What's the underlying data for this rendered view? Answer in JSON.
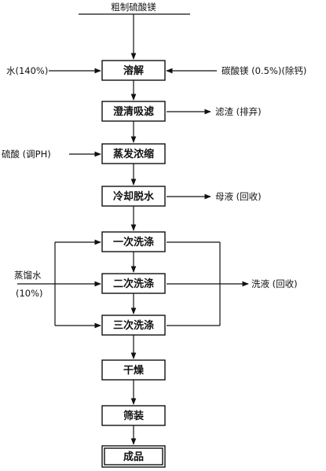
{
  "diagram": {
    "input_top": "粗制硫酸镁",
    "steps": [
      "溶解",
      "澄清吸滤",
      "蒸发浓缩",
      "冷却脱水",
      "一次洗涤",
      "二次洗涤",
      "三次洗涤",
      "干燥",
      "筛装",
      "成品"
    ],
    "inputs": {
      "water": "水(140%)",
      "magnesium_carbonate": "碳酸镁 (0.5%)(除钙)",
      "sulfuric_acid": "硫酸 (调PH)",
      "distilled_water": "蒸馏水",
      "distilled_water_amount": "(10%)"
    },
    "outputs": {
      "filter_residue": "滤渣 (排弃)",
      "mother_liquor": "母液 (回收)",
      "wash_liquor": "洗液 (回收)"
    }
  }
}
